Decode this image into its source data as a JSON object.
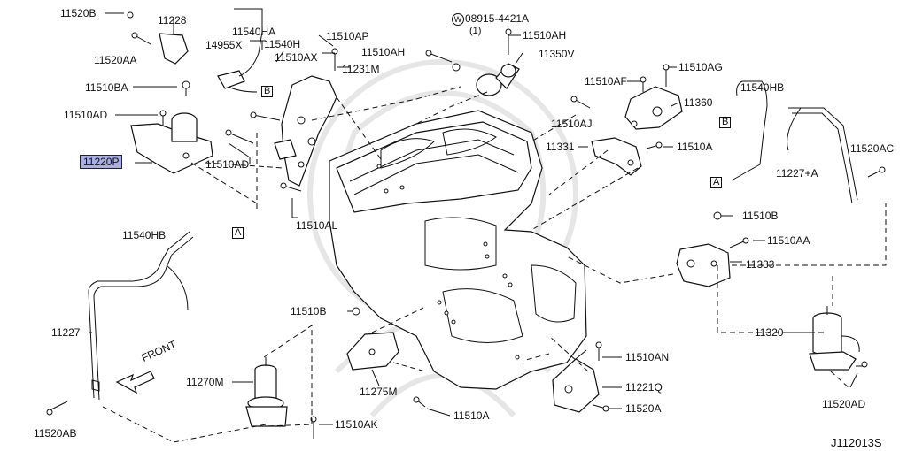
{
  "diagram": {
    "code": "J112013S",
    "front_label": "FRONT",
    "ref_boxes": {
      "a": "A",
      "b": "B"
    },
    "bolt_symbol": "W",
    "labels": {
      "p11520b": "11520B",
      "p11228": "11228",
      "p11520aa_top": "11520AA",
      "p11540ha": "11540HA",
      "p14955x": "14955X",
      "p11540h": "11540H",
      "p11510ap": "11510AP",
      "p11510ax": "11510AX",
      "p11231m": "11231M",
      "p08915": "08915-4421A",
      "p08915_qty": "(1)",
      "p11510ah_l": "11510AH",
      "p11510ah_r": "11510AH",
      "p11350v": "11350V",
      "p11510ba": "11510BA",
      "p11510ad_l": "11510AD",
      "p11220p": "11220P",
      "p11510ad_r": "11510AD",
      "p11510af": "11510AF",
      "p11510ag": "11510AG",
      "p11360": "11360",
      "p11510aj": "11510AJ",
      "p11331": "11331",
      "p11510a_r": "11510A",
      "p11540hb_r": "11540HB",
      "p11520ac": "11520AC",
      "p11227a": "11227+A",
      "p11510al": "11510AL",
      "p11510b_r": "11510B",
      "p11510aa_r": "11510AA",
      "p11333": "11333",
      "p11540hb_l": "11540HB",
      "p11227_l": "11227",
      "p11510b_m": "11510B",
      "p11320": "11320",
      "p11510an": "11510AN",
      "p11270m": "11270M",
      "p11275m": "11275M",
      "p11221q": "11221Q",
      "p11520a": "11520A",
      "p11510a_m": "11510A",
      "p11510ak": "11510AK",
      "p11520ab": "11520AB",
      "p11520ad": "11520AD"
    }
  }
}
